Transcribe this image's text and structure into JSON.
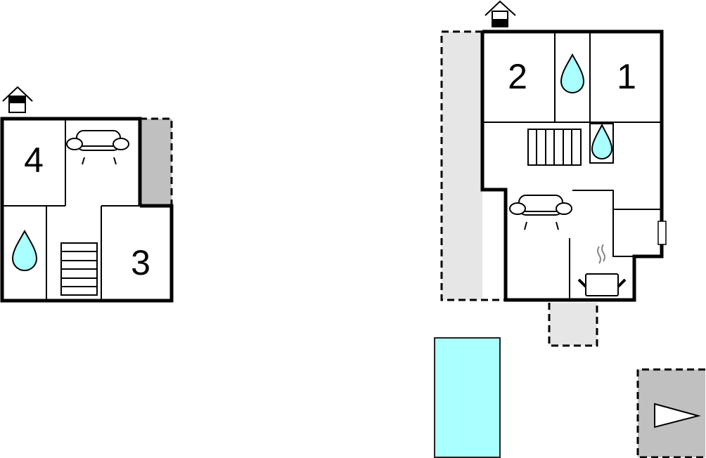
{
  "colors": {
    "wall": "#000000",
    "water": "#aaffff",
    "terrace_light": "#e6e6e6",
    "terrace_dark": "#c0c0c0",
    "pool": "#aaffff",
    "background": "#ffffff"
  },
  "upper_floor": {
    "rooms": [
      {
        "label": "4",
        "type": "bedroom"
      },
      {
        "label": "3",
        "type": "bedroom"
      }
    ],
    "icons": [
      "entrance-icon",
      "sofa-icon",
      "bathroom-drop-icon",
      "stairs-icon"
    ]
  },
  "ground_floor": {
    "rooms": [
      {
        "label": "2",
        "type": "bedroom"
      },
      {
        "label": "1",
        "type": "bedroom"
      }
    ],
    "icons": [
      "entrance-icon",
      "bathroom-drop-icon",
      "bathroom-drop-icon",
      "stairs-icon",
      "sofa-icon",
      "kitchen-pot-icon",
      "fireplace-icon"
    ]
  },
  "outdoor": {
    "items": [
      "terrace",
      "patio",
      "pool",
      "parking"
    ]
  }
}
